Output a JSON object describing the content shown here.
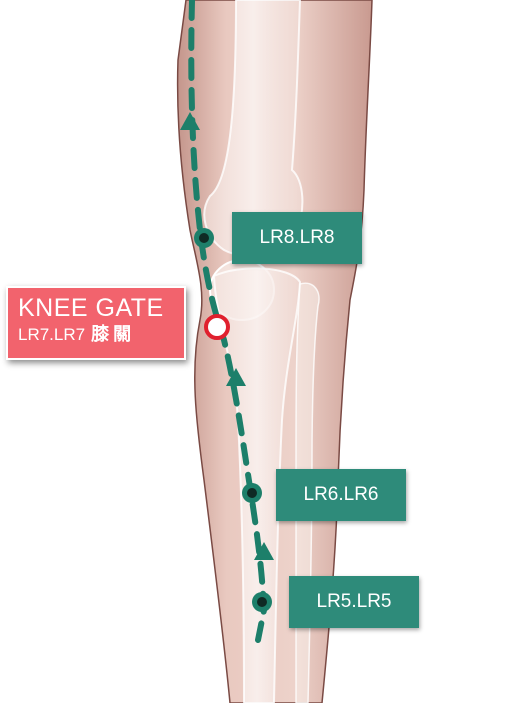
{
  "colors": {
    "skin": "#e7c2b8",
    "skin_shadow": "#b98a80",
    "bone": "#f6ece8",
    "meridian": "#1d7f6a",
    "point": "#0f2a24",
    "label_bg": "#2e8b7a",
    "callout_bg": "#f2636d",
    "highlight_ring": "#e0202e"
  },
  "points": [
    {
      "id": "lr8",
      "label": "LR8.LR8"
    },
    {
      "id": "lr6",
      "label": "LR6.LR6"
    },
    {
      "id": "lr5",
      "label": "LR5.LR5"
    }
  ],
  "callout": {
    "title": "KNEE GATE",
    "code": "LR7.LR7",
    "chinese": "膝關"
  }
}
